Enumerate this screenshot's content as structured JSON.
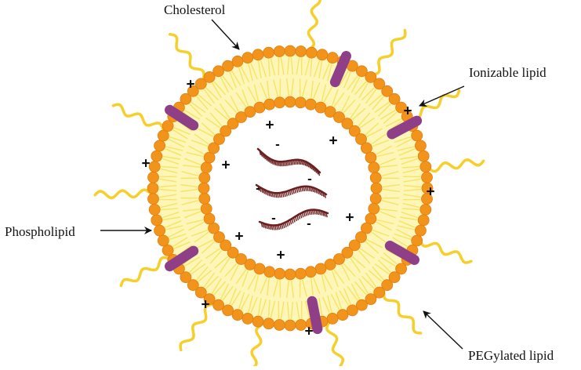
{
  "labels": {
    "cholesterol": "Cholesterol",
    "ionizable_lipid": "Ionizable lipid",
    "phospholipid": "Phospholipid",
    "pegylated_lipid": "PEGylated lipid"
  },
  "symbols": {
    "positive": "+",
    "negative": "-"
  },
  "colors": {
    "head_group": "#f2941c",
    "head_group_edge": "#e07e0c",
    "tail": "#f7e463",
    "peg_chain": "#f6cf2a",
    "cholesterol": "#8f3f88",
    "rna": "#6b1f1f",
    "text": "#111111"
  },
  "icons": [
    "arrow-icon"
  ]
}
